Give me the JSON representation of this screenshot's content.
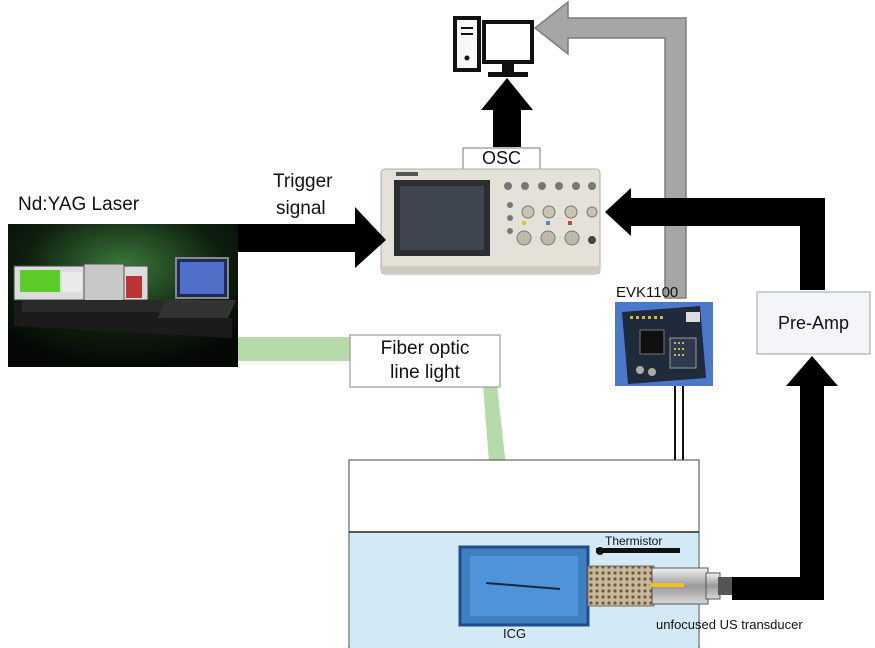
{
  "labels": {
    "laser": "Nd:YAG Laser",
    "trigger_line1": "Trigger",
    "trigger_line2": "signal",
    "osc": "OSC",
    "evk": "EVK1100",
    "preamp": "Pre-Amp",
    "fiber_line1": "Fiber optic",
    "fiber_line2": "line light",
    "thermistor": "Thermistor",
    "icg": "ICG",
    "transducer": "unfocused US transducer"
  },
  "colors": {
    "arrow_black": "#000000",
    "arrow_gray": "#a6a6a6",
    "fiber_green": "#b7dba8",
    "water_blue": "#d4e9f6",
    "icg_block": "#3e7fbf",
    "board_blue": "#4c78c9",
    "preamp_fill": "#f3f5f8"
  },
  "icons": {
    "computer": "desktop-computer-icon",
    "oscilloscope": "oscilloscope-icon",
    "laser": "laser-system-icon",
    "board": "circuit-board-icon",
    "transducer": "ultrasound-transducer-icon"
  }
}
